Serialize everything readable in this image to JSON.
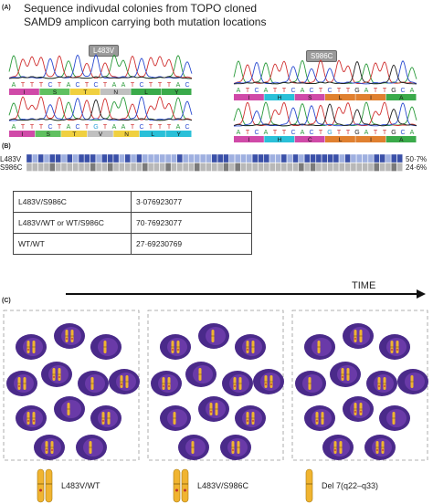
{
  "panel_a": {
    "label": "(A)",
    "title_line1": "Sequence indivudal colonies from TOPO cloned",
    "title_line2": "SAMD9 amplicon carrying both mutation locations",
    "left": {
      "tag": "L483V",
      "bases": [
        "A",
        "T",
        "T",
        "T",
        "C",
        "T",
        "A",
        "C",
        "T",
        "C",
        "T",
        "A",
        "A",
        "T",
        "C",
        "T",
        "T",
        "T",
        "A",
        "C"
      ],
      "row1_aa": [
        "I",
        "S",
        "T",
        "N",
        "L",
        "Y"
      ],
      "row2_aa": [
        "I",
        "S",
        "T",
        "V",
        "N",
        "L",
        "Y"
      ],
      "mutant_base": "G"
    },
    "right": {
      "tag": "S986C",
      "bases": [
        "A",
        "T",
        "C",
        "A",
        "T",
        "T",
        "C",
        "A",
        "C",
        "T",
        "C",
        "T",
        "T",
        "G",
        "A",
        "T",
        "T",
        "G",
        "C",
        "A"
      ],
      "row1_aa": [
        "I",
        "H",
        "S",
        "L",
        "I",
        "A"
      ],
      "row2_aa": [
        "I",
        "H",
        "C",
        "L",
        "I",
        "A"
      ],
      "mutant_base": "G"
    }
  },
  "panel_b": {
    "label": "(B)",
    "rows": [
      {
        "name": "L483V",
        "pct": "50·7%"
      },
      {
        "name": "S986C",
        "pct": "24·6%"
      }
    ],
    "colors": {
      "mutant": "#3a50a8",
      "wildtype": "#b8b8b8",
      "mutant_alt": "#7a7a7a"
    },
    "table": [
      {
        "genotype": "L483V/S986C",
        "value": "3·076923077"
      },
      {
        "genotype": "L483V/WT or WT/S986C",
        "value": "70·76923077"
      },
      {
        "genotype": "WT/WT",
        "value": "27·69230769"
      }
    ]
  },
  "panel_c": {
    "label": "(C)",
    "time_label": "TIME",
    "legend": [
      {
        "label": "L483V/WT"
      },
      {
        "label": "L483V/S986C"
      },
      {
        "label": "Del 7(q22–q33)"
      }
    ],
    "colors": {
      "cell": "#4a2a8a",
      "nucleus": "#6a3aa8",
      "chromosome": "#f0b430",
      "mark": "#c0302a"
    }
  }
}
